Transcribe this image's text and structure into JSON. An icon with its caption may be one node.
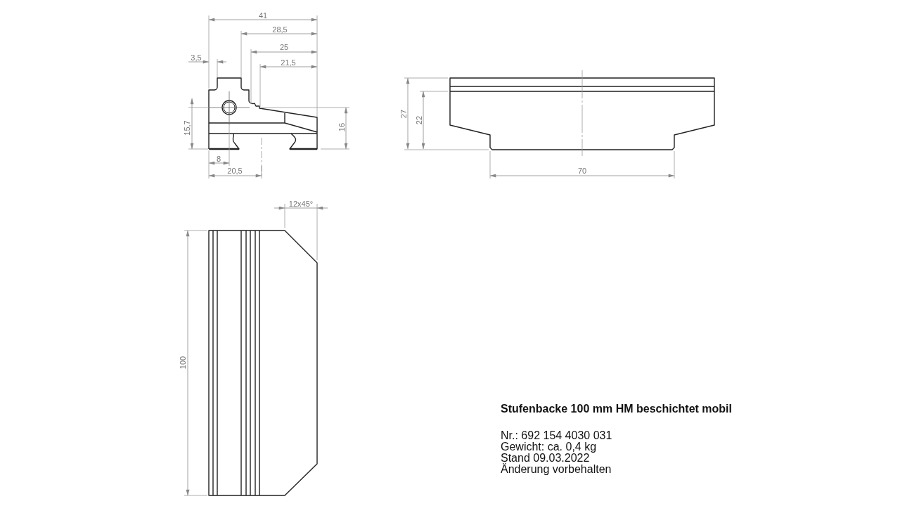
{
  "diagram": {
    "title": "Stufenbacke 100 mm HM beschichtet mobil",
    "labels": [
      "41",
      "28,5",
      "25",
      "3,5",
      "21,5",
      "15,7",
      "16",
      "8",
      "20,5",
      "27",
      "22",
      "70",
      "12x45°",
      "100",
      "Nr.: 692 154 4030 031",
      "Gewicht: ca. 0,4 kg",
      "Stand 09.03.2022",
      "Änderung vorbehalten"
    ]
  }
}
